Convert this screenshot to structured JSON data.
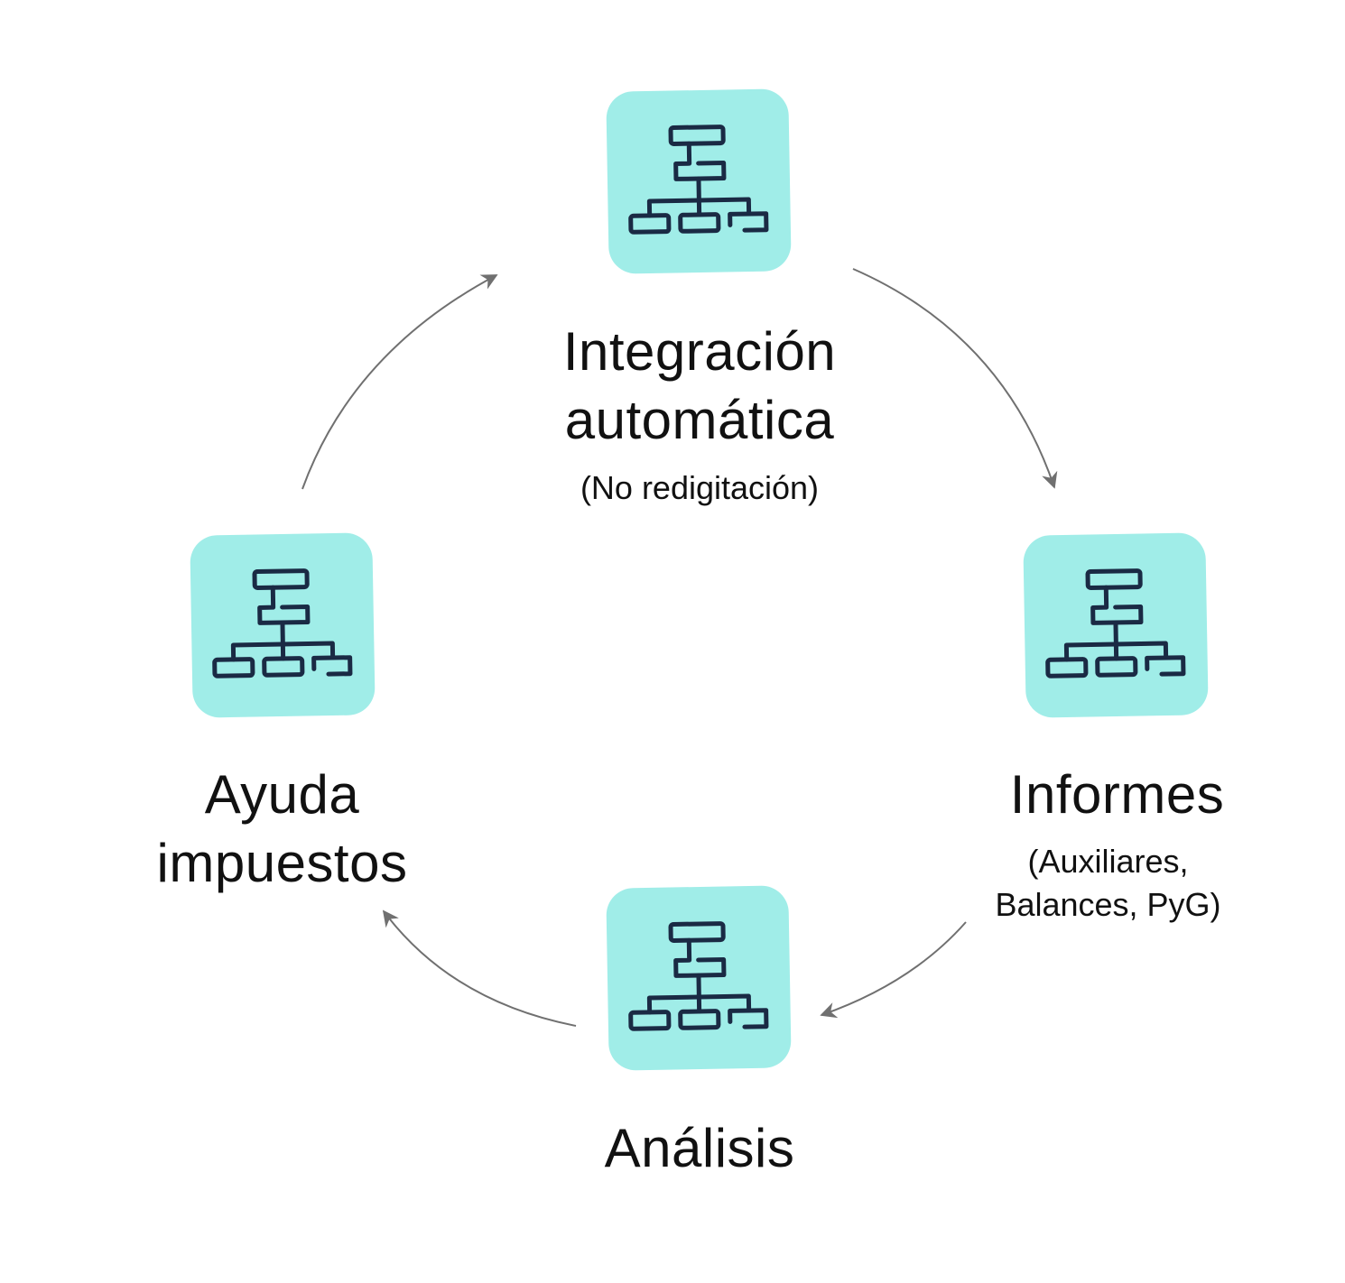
{
  "colors": {
    "icon_bg": "#a0ede8",
    "icon_stroke": "#1a2a44",
    "arrow": "#707070",
    "text": "#111111"
  },
  "icon_name": "org-chart-icon",
  "nodes": [
    {
      "id": "integracion",
      "title": "Integración\nautomática",
      "subtitle": "(No redigitación)"
    },
    {
      "id": "informes",
      "title": "Informes",
      "subtitle": "(Auxiliares,\nBalances, PyG)"
    },
    {
      "id": "analisis",
      "title": "Análisis",
      "subtitle": ""
    },
    {
      "id": "ayuda",
      "title": "Ayuda\nimpuestos",
      "subtitle": ""
    }
  ]
}
